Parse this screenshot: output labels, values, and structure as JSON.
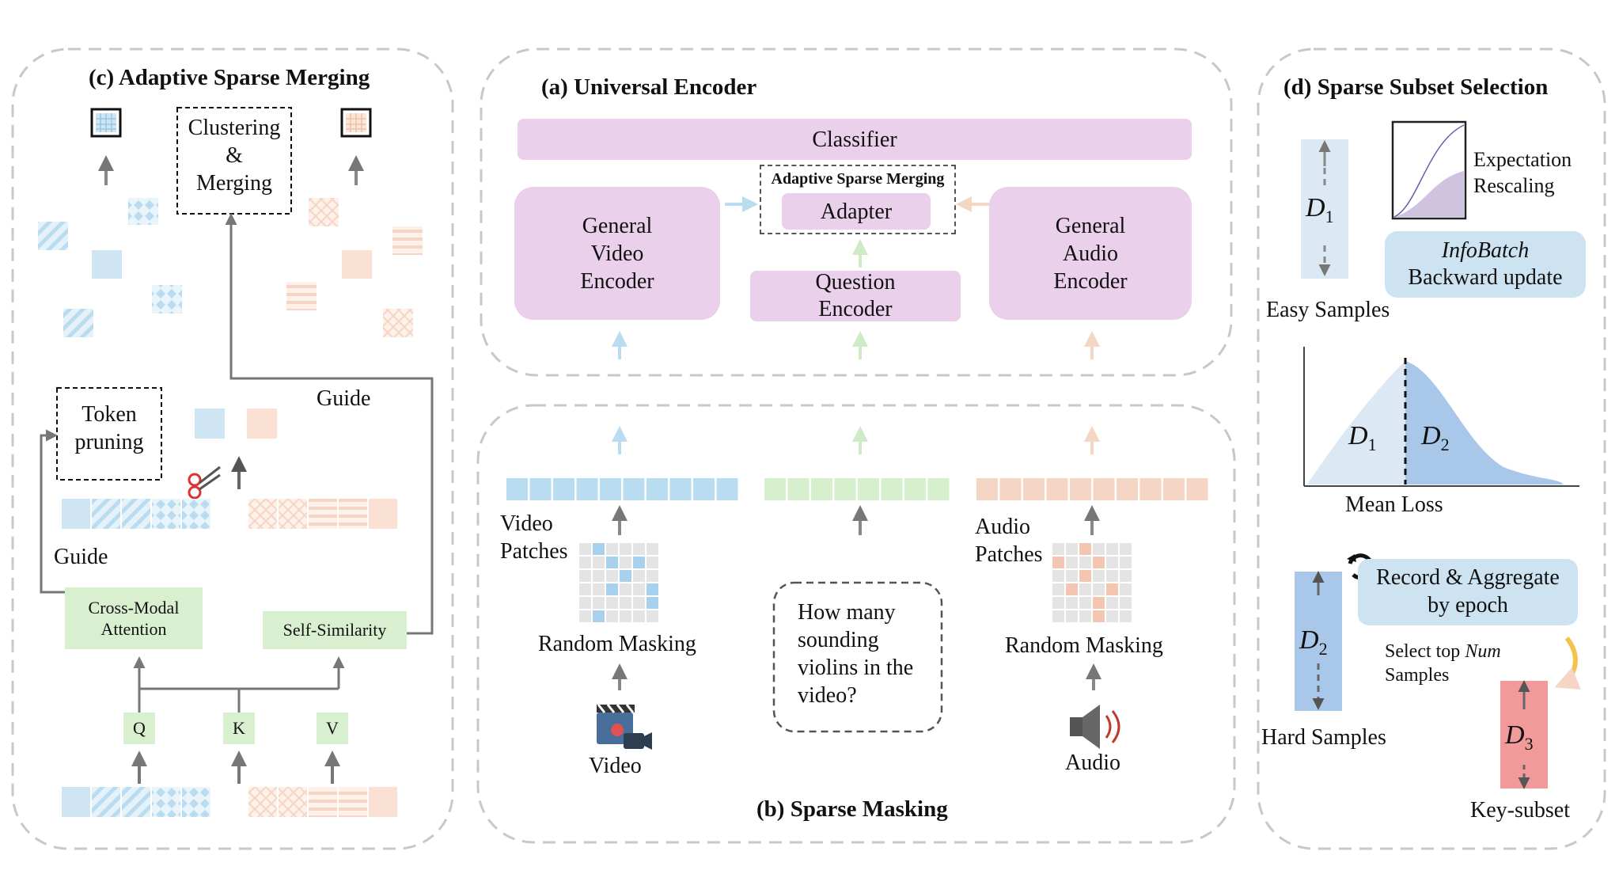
{
  "panels": {
    "a": {
      "title": "(a) Universal Encoder"
    },
    "b": {
      "title": "(b) Sparse Masking"
    },
    "c": {
      "title": "(c) Adaptive Sparse Merging"
    },
    "d": {
      "title": "(d) Sparse Subset Selection"
    }
  },
  "encoder": {
    "classifier": "Classifier",
    "video_encoder": [
      "General",
      "Video",
      "Encoder"
    ],
    "audio_encoder": [
      "General",
      "Audio",
      "Encoder"
    ],
    "asm_label": "Adaptive Sparse Merging",
    "adapter": "Adapter",
    "question_encoder": [
      "Question",
      "Encoder"
    ]
  },
  "masking": {
    "video_patches": [
      "Video",
      "Patches"
    ],
    "audio_patches": [
      "Audio",
      "Patches"
    ],
    "random_masking_video": "Random Masking",
    "random_masking_audio": "Random Masking",
    "question": [
      "How many",
      "sounding",
      "violins in the",
      "video?"
    ],
    "video_label": "Video",
    "audio_label": "Audio"
  },
  "merging": {
    "clustering": [
      "Clustering",
      "&",
      "Merging"
    ],
    "token_pruning": [
      "Token",
      "pruning"
    ],
    "guide_top": "Guide",
    "guide_left": "Guide",
    "cross_modal": [
      "Cross-Modal",
      "Attention"
    ],
    "self_similarity": "Self-Similarity",
    "q": "Q",
    "k": "K",
    "v": "V"
  },
  "subset": {
    "d1": "D",
    "d1_sub": "1",
    "d2": "D",
    "d2_sub": "2",
    "d3": "D",
    "d3_sub": "3",
    "expectation": [
      "Expectation",
      "Rescaling"
    ],
    "infobatch": "InfoBatch",
    "backward": "Backward update",
    "easy_samples": "Easy Samples",
    "mean_loss": "Mean Loss",
    "record": [
      "Record & Aggregate",
      "by epoch"
    ],
    "select_top": "Select top ",
    "num": "Num",
    "samples": "Samples",
    "hard_samples": "Hard Samples",
    "key_subset": "Key-subset"
  },
  "colors": {
    "video": "#b9dcf0",
    "audio": "#f5d5c4",
    "question": "#d6efcc",
    "pink": "#ead0ea",
    "green": "#d9f0d0",
    "d1": "#dce8f3",
    "d2": "#a9c7e8",
    "d3": "#f2999a"
  }
}
